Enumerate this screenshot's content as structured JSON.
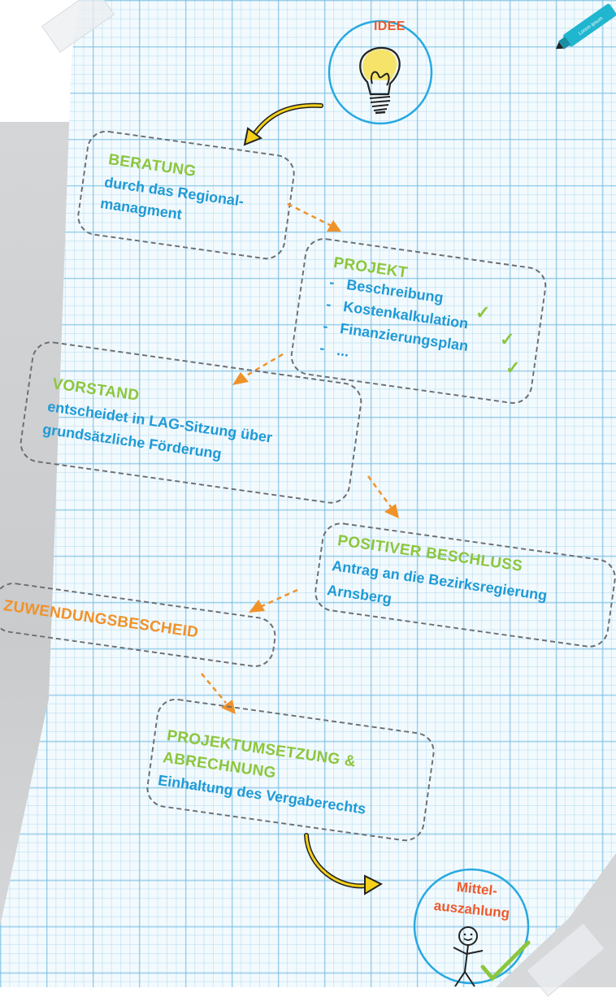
{
  "idee": {
    "label": "IDEE"
  },
  "marker": {
    "label": "Lorem ipsum"
  },
  "beratung": {
    "title": "BERATUNG",
    "line1": "durch das Regional-",
    "line2": "managment"
  },
  "projekt": {
    "title": "PROJEKT",
    "items": [
      "Beschreibung",
      "Kostenkalkulation",
      "Finanzierungsplan",
      "..."
    ],
    "bullet": "-"
  },
  "vorstand": {
    "title": "VORSTAND",
    "line1": "entscheidet in LAG-Sitzung über",
    "line2": "grundsätzliche Förderung"
  },
  "beschluss": {
    "title": "POSITIVER BESCHLUSS",
    "line1": "Antrag an die Bezirksregierung",
    "line2": "Arnsberg"
  },
  "bescheid": {
    "title": "ZUWENDUNGSBESCHEID"
  },
  "umsetzung": {
    "title1": "PROJEKTUMSETZUNG &",
    "title2": "ABRECHNUNG",
    "line1": "Einhaltung des Vergaberechts"
  },
  "auszahlung": {
    "line1": "Mittel-",
    "line2": "auszahlung"
  },
  "colors": {
    "green": "#8cc63e",
    "blue": "#1f9ad6",
    "orange": "#f0922a",
    "red": "#ee5a2d",
    "yellow": "#f4d11b",
    "circle": "#27a9e1"
  }
}
